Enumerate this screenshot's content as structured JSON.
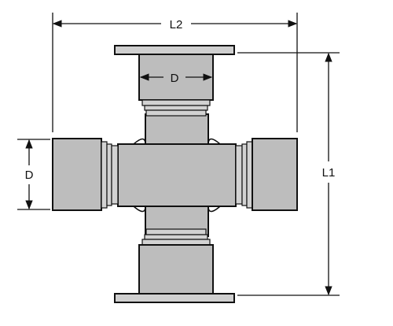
{
  "labels": {
    "overall_width": "L2",
    "overall_height": "L1",
    "top_cap_diameter": "D",
    "left_cap_diameter": "D"
  }
}
